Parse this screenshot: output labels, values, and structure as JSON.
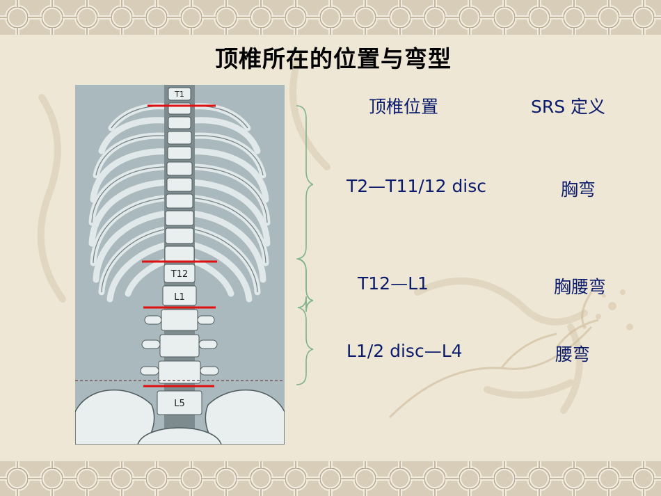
{
  "title": "顶椎所在的位置与弯型",
  "table": {
    "headers": {
      "position": "顶椎位置",
      "definition": "SRS 定义"
    },
    "rows": [
      {
        "position": "T2—T11/12 disc",
        "definition": "胸弯"
      },
      {
        "position": "T12—L1",
        "definition": "胸腰弯"
      },
      {
        "position": "L1/2 disc—L4",
        "definition": "腰弯"
      }
    ]
  },
  "figure": {
    "vertebra_labels": {
      "t1": "T1",
      "t12": "T12",
      "l1": "L1",
      "l5": "L5"
    }
  },
  "colors": {
    "text": "#0a1a6b",
    "marker_line": "#e01010",
    "brace": "#7fb38a",
    "figure_bg": "#a9b9bd",
    "slide_bg": "#efe7d6"
  }
}
